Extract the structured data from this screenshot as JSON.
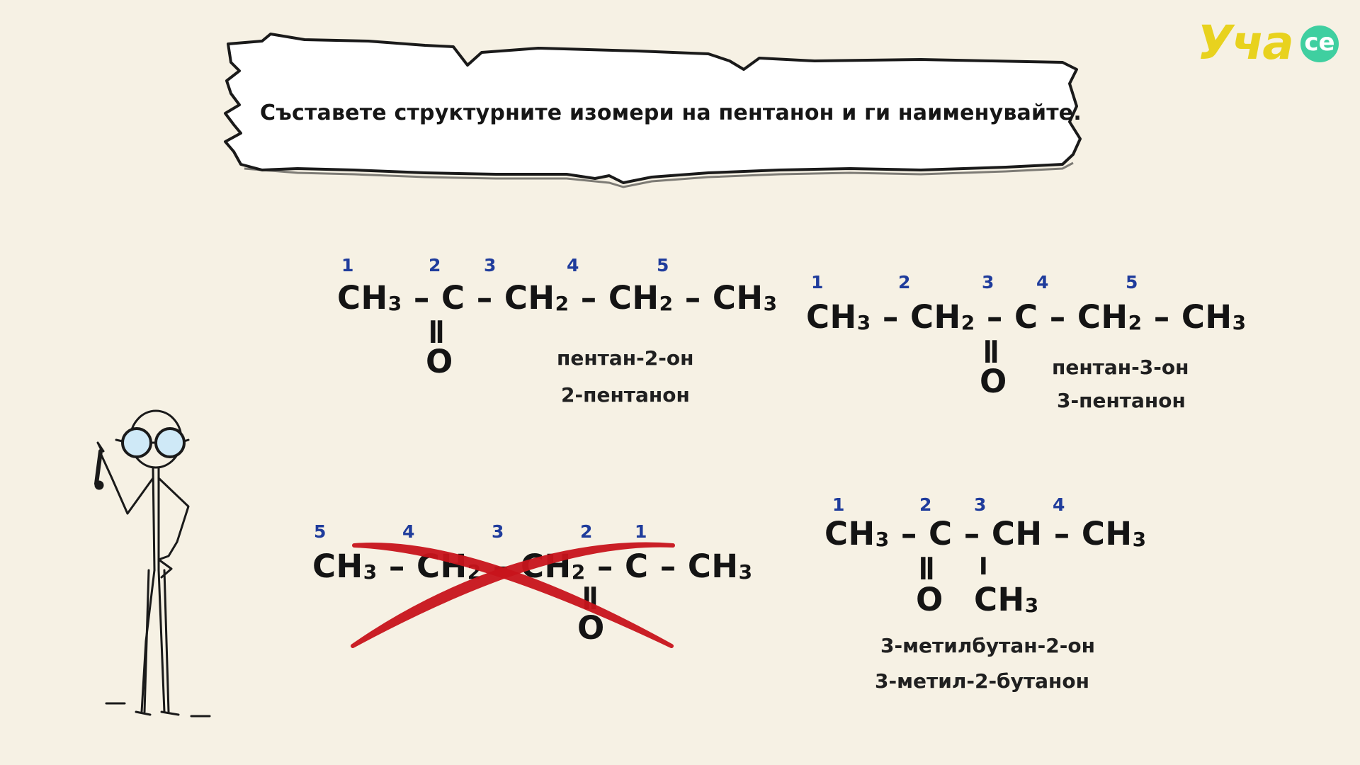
{
  "banner": {
    "text": "Съставете структурните изомери на пентанон и ги наименувайте."
  },
  "logo": {
    "main": "Уча",
    "suffix": "се"
  },
  "isomers": [
    {
      "numbers": [
        "1",
        "2",
        "3",
        "4",
        "5"
      ],
      "chain": [
        "CH",
        "3",
        " – C – CH",
        "2",
        " – CH",
        "2",
        " – CH",
        "3"
      ],
      "double_bond": "ǁ",
      "oxygen": "O",
      "name_iupac": "пентан-2-он",
      "name_common": "2-пентанон",
      "crossed": false
    },
    {
      "numbers": [
        "1",
        "2",
        "3",
        "4",
        "5"
      ],
      "chain": [
        "CH",
        "3",
        " – CH",
        "2",
        " – C – CH",
        "2",
        " – CH",
        "3"
      ],
      "double_bond": "ǁ",
      "oxygen": "O",
      "name_iupac": "пентан-3-он",
      "name_common": "3-пентанон",
      "crossed": false
    },
    {
      "numbers": [
        "5",
        "4",
        "3",
        "2",
        "1"
      ],
      "chain": [
        "CH",
        "3",
        " – CH",
        "2",
        " – CH",
        "2",
        " – C – CH",
        "3"
      ],
      "double_bond": "ǁ",
      "oxygen": "O",
      "crossed": true
    },
    {
      "numbers": [
        "1",
        "2",
        "3",
        "4"
      ],
      "chain": [
        "CH",
        "3",
        " – C – CH – CH",
        "3"
      ],
      "double_bond": "ǁ",
      "oxygen": "O",
      "branch_bond": "I",
      "branch": [
        "CH",
        "3"
      ],
      "name_iupac": "3-метилбутан-2-он",
      "name_common": "3-метил-2-бутанон",
      "crossed": false
    }
  ],
  "colors": {
    "background": "#f6f1e4",
    "numbers": "#1f3c9c",
    "cross": "#c8141c",
    "logo_yellow": "#e8d21e",
    "logo_green": "#3fcfa0"
  }
}
